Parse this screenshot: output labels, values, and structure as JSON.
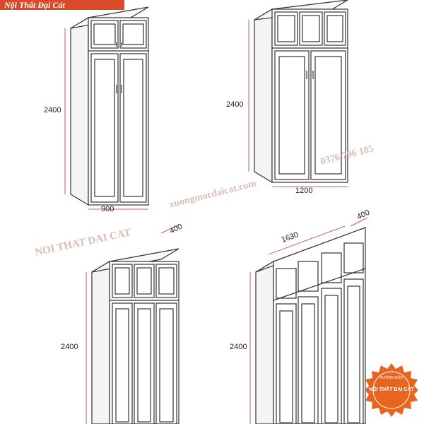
{
  "top_banner": "Nội Thất Đại Cát",
  "wardrobes": [
    {
      "height_label": "2400",
      "width_label": "900",
      "depth_label": ""
    },
    {
      "height_label": "2400",
      "width_label": "1200",
      "depth_label": ""
    },
    {
      "height_label": "2400",
      "width_label": "",
      "depth_label": "400"
    },
    {
      "height_label": "2400",
      "width_label": "1630",
      "depth_label": "400"
    }
  ],
  "watermark": {
    "brand": "NOI THAT DAI CAT",
    "website": "xuongmocdaicat.com",
    "phone": "0376 796 185"
  },
  "badge": {
    "top_text": "XƯỞNG MỘC",
    "main_text": "NỘI THẤT ĐẠI CÁT",
    "color": "#e8651f"
  }
}
